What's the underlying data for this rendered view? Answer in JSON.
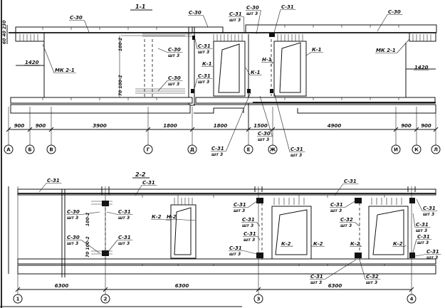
{
  "section1": {
    "title": "1-1",
    "left_dims": "60 40 230",
    "vert_dims": [
      "100-2",
      "70 100-2"
    ],
    "callouts": [
      {
        "mark": "С-30",
        "qty": ""
      },
      {
        "mark": "С-30",
        "qty": ""
      },
      {
        "mark": "С-31",
        "qty": "шт 3"
      },
      {
        "mark": "С-30",
        "qty": "шт 3"
      },
      {
        "mark": "С-31",
        "qty": ""
      },
      {
        "mark": "С-30",
        "qty": ""
      },
      {
        "mark": "С-30",
        "qty": "шт 3"
      },
      {
        "mark": "С-31",
        "qty": "шт 3"
      },
      {
        "mark": "К-1",
        "qty": ""
      },
      {
        "mark": "С-30",
        "qty": "шт 3"
      },
      {
        "mark": "С-31",
        "qty": "шт 3"
      },
      {
        "mark": "К-1",
        "qty": ""
      },
      {
        "mark": "Н-1",
        "qty": ""
      },
      {
        "mark": "К-1",
        "qty": ""
      },
      {
        "mark": "МК 2-1",
        "qty": ""
      },
      {
        "mark": "МК 2-1",
        "qty": ""
      },
      {
        "mark": "1420",
        "qty": ""
      },
      {
        "mark": "1420",
        "qty": ""
      },
      {
        "mark": "С-31",
        "qty": "шт 3"
      },
      {
        "mark": "С-30",
        "qty": "шт 3"
      },
      {
        "mark": "С-31",
        "qty": "шт 3"
      }
    ],
    "dimensions": [
      "900",
      "900",
      "3900",
      "1800",
      "1800",
      "1500",
      "4900",
      "900",
      "900"
    ],
    "axes": [
      "А",
      "Б",
      "В",
      "Г",
      "Д",
      "Е",
      "Ж",
      "И",
      "К",
      "Л"
    ]
  },
  "section2": {
    "title": "2-2",
    "vert_dims": [
      "100-2",
      "70 100-2"
    ],
    "callouts": [
      {
        "mark": "С-31",
        "qty": ""
      },
      {
        "mark": "С-31",
        "qty": ""
      },
      {
        "mark": "С-31",
        "qty": ""
      },
      {
        "mark": "С-30",
        "qty": "шт 3"
      },
      {
        "mark": "С-31",
        "qty": "шт 3"
      },
      {
        "mark": "С-30",
        "qty": "шт 3"
      },
      {
        "mark": "С-31",
        "qty": "шт 3"
      },
      {
        "mark": "К-2",
        "qty": ""
      },
      {
        "mark": "Н-2",
        "qty": ""
      },
      {
        "mark": "С-31",
        "qty": "шт 3"
      },
      {
        "mark": "С-31",
        "qty": "шт 3"
      },
      {
        "mark": "С-31",
        "qty": "шт 3"
      },
      {
        "mark": "С-31",
        "qty": "шт 3"
      },
      {
        "mark": "К-2",
        "qty": ""
      },
      {
        "mark": "К-2",
        "qty": ""
      },
      {
        "mark": "С-31",
        "qty": "шт 3"
      },
      {
        "mark": "С-32",
        "qty": "шт 3"
      },
      {
        "mark": "К-2",
        "qty": ""
      },
      {
        "mark": "К-2",
        "qty": ""
      },
      {
        "mark": "С-31",
        "qty": "шт 3"
      },
      {
        "mark": "С-31",
        "qty": "шт 3"
      },
      {
        "mark": "С-31",
        "qty": "шт 3"
      },
      {
        "mark": "С-31",
        "qty": "шт 3"
      },
      {
        "mark": "С-31",
        "qty": "шт 3"
      },
      {
        "mark": "С-32",
        "qty": "шт 3"
      }
    ],
    "dimensions": [
      "6300",
      "6300",
      "6300"
    ],
    "axes": [
      "1",
      "2",
      "3",
      "4"
    ]
  }
}
